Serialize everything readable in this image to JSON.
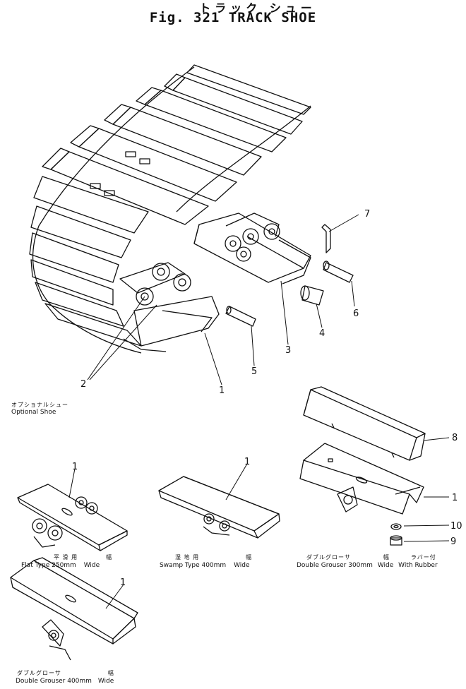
{
  "title_jp": "トラック シュー",
  "title_en": "Fig. 321 TRACK SHOE",
  "labels": {
    "p1": "1",
    "p2": "2",
    "p3": "3",
    "p4": "4",
    "p5": "5",
    "p6": "6",
    "p7": "7",
    "p8": "8",
    "p9": "9",
    "p10": "10"
  },
  "optional": {
    "jp": "オプショナルシュー",
    "en": "Optional Shoe"
  },
  "flat": {
    "jp": "平 滑 用",
    "en": "Flat Type 250mm",
    "width_jp": "幅",
    "width_en": "Wide",
    "label": "1"
  },
  "swamp": {
    "jp": "湿 地 用",
    "en": "Swamp Type 400mm",
    "width_jp": "幅",
    "width_en": "Wide",
    "label": "1"
  },
  "double300": {
    "jp": "ダブルグローサ",
    "en": "Double Grouser 300mm",
    "width_jp": "幅",
    "width_en": "Wide",
    "rubber_jp": "ラバー付",
    "rubber_en": "With Rubber"
  },
  "double400": {
    "jp": "ダブルグローサ",
    "en": "Double Grouser 400mm",
    "width_jp": "幅",
    "width_en": "Wide",
    "label": "1"
  }
}
